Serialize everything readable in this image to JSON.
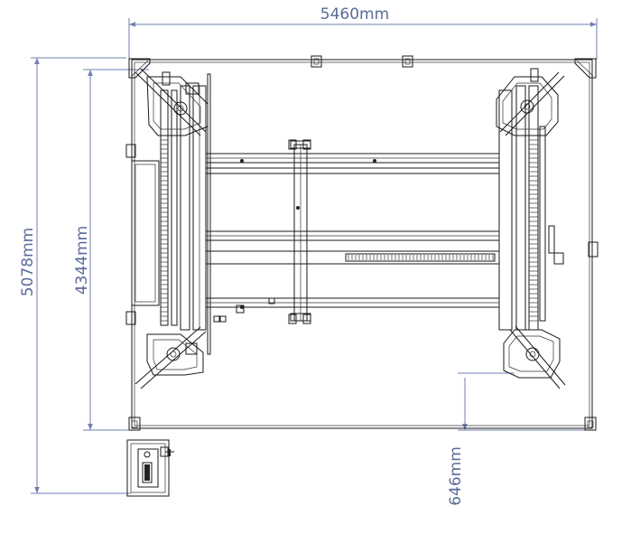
{
  "dimensions": {
    "overall_width": "5460mm",
    "overall_length": "5078mm",
    "post_spacing": "4344mm",
    "console_offset": "646mm"
  },
  "colors": {
    "dimension": "#5b6b9a",
    "line": "#1a1a1a"
  }
}
